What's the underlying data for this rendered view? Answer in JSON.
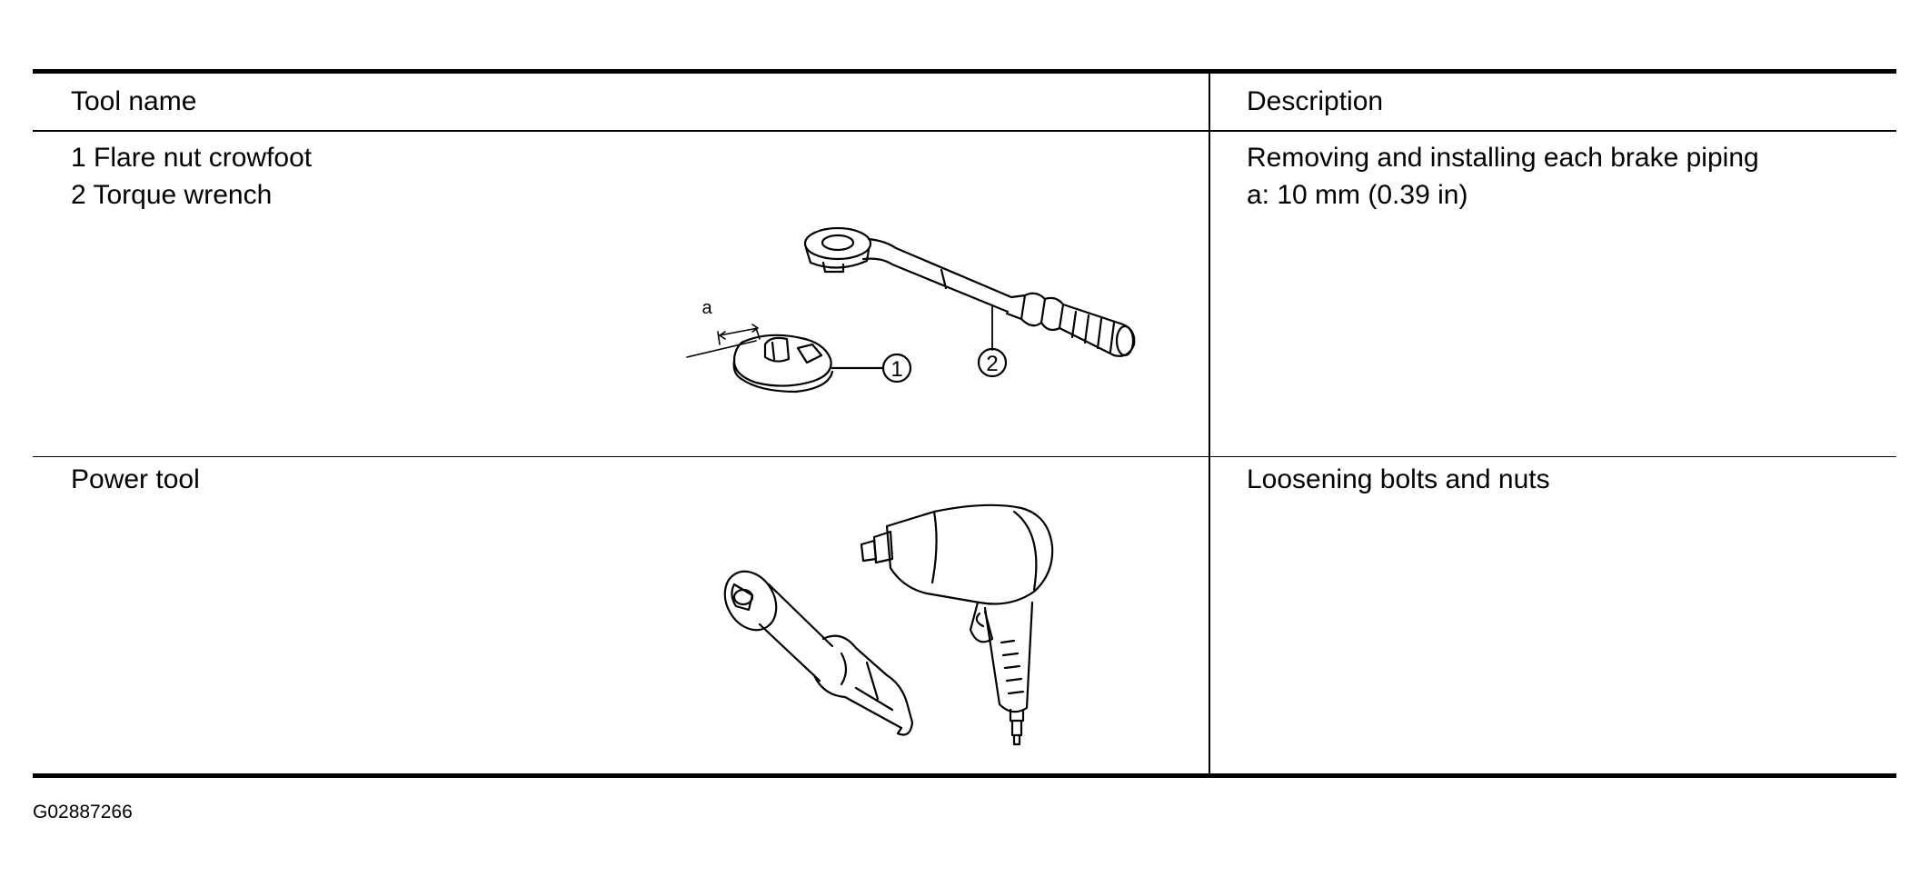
{
  "table": {
    "headers": {
      "tool_name": "Tool name",
      "description": "Description"
    },
    "rows": [
      {
        "tool_lines": [
          "1 Flare nut crowfoot",
          "2 Torque wrench"
        ],
        "description_lines": [
          "Removing and installing each brake piping",
          "a: 10 mm (0.39 in)"
        ],
        "callouts": {
          "dimension": "a",
          "crowfoot": "1",
          "wrench": "2"
        }
      },
      {
        "tool_lines": [
          "Power tool"
        ],
        "description_lines": [
          "Loosening bolts and nuts"
        ]
      }
    ]
  },
  "figure_code": "G02887266"
}
